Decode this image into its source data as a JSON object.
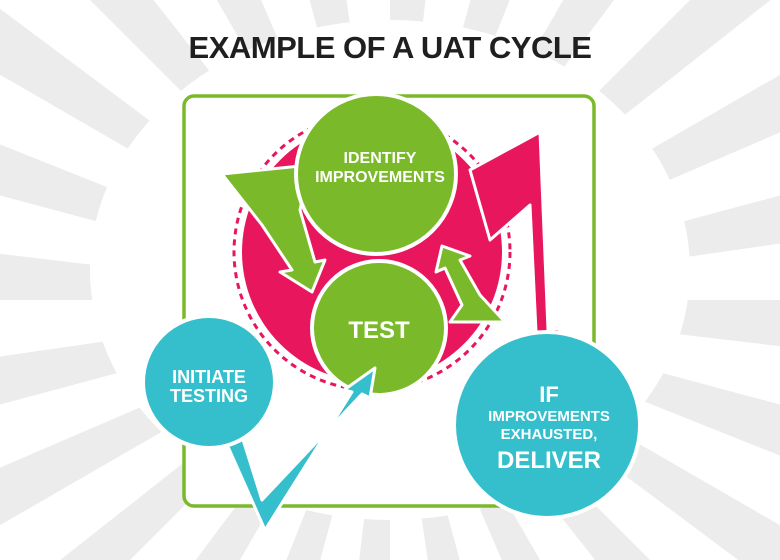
{
  "title": "EXAMPLE OF A UAT CYCLE",
  "nodes": {
    "identify": {
      "line1": "IDENTIFY",
      "line2": "IMPROVEMENTS"
    },
    "test": {
      "label": "TEST"
    },
    "initiate": {
      "line1": "INITIATE",
      "line2": "TESTING"
    },
    "deliver": {
      "line1": "IF",
      "line2": "IMPROVEMENTS",
      "line3": "EXHAUSTED,",
      "line4": "DELIVER"
    }
  },
  "colors": {
    "green": "#7ab929",
    "pink": "#e8175d",
    "teal": "#35bfcc",
    "ray": "#ececec"
  }
}
